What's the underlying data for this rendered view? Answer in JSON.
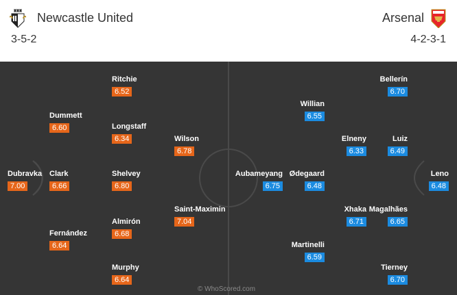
{
  "home": {
    "name": "Newcastle United",
    "formation": "3-5-2",
    "rating_color": "#e6661a",
    "crest": "newcastle-crest-icon",
    "players": [
      {
        "name": "Dubravka",
        "rating": "7.00"
      },
      {
        "name": "Dummett",
        "rating": "6.60"
      },
      {
        "name": "Clark",
        "rating": "6.66"
      },
      {
        "name": "Fernández",
        "rating": "6.64"
      },
      {
        "name": "Ritchie",
        "rating": "6.52"
      },
      {
        "name": "Longstaff",
        "rating": "6.34"
      },
      {
        "name": "Shelvey",
        "rating": "6.80"
      },
      {
        "name": "Almirón",
        "rating": "6.68"
      },
      {
        "name": "Murphy",
        "rating": "6.64"
      },
      {
        "name": "Wilson",
        "rating": "6.78"
      },
      {
        "name": "Saint-Maximin",
        "rating": "7.04"
      }
    ]
  },
  "away": {
    "name": "Arsenal",
    "formation": "4-2-3-1",
    "rating_color": "#1b8be0",
    "crest": "arsenal-crest-icon",
    "players": [
      {
        "name": "Leno",
        "rating": "6.48"
      },
      {
        "name": "Bellerín",
        "rating": "6.70"
      },
      {
        "name": "Luiz",
        "rating": "6.49"
      },
      {
        "name": "Magalhães",
        "rating": "6.65"
      },
      {
        "name": "Tierney",
        "rating": "6.70"
      },
      {
        "name": "Elneny",
        "rating": "6.33"
      },
      {
        "name": "Xhaka",
        "rating": "6.71"
      },
      {
        "name": "Willian",
        "rating": "6.55"
      },
      {
        "name": "Ødegaard",
        "rating": "6.48"
      },
      {
        "name": "Martinelli",
        "rating": "6.59"
      },
      {
        "name": "Aubameyang",
        "rating": "6.75"
      }
    ]
  },
  "watermark": "© WhoScored.com"
}
